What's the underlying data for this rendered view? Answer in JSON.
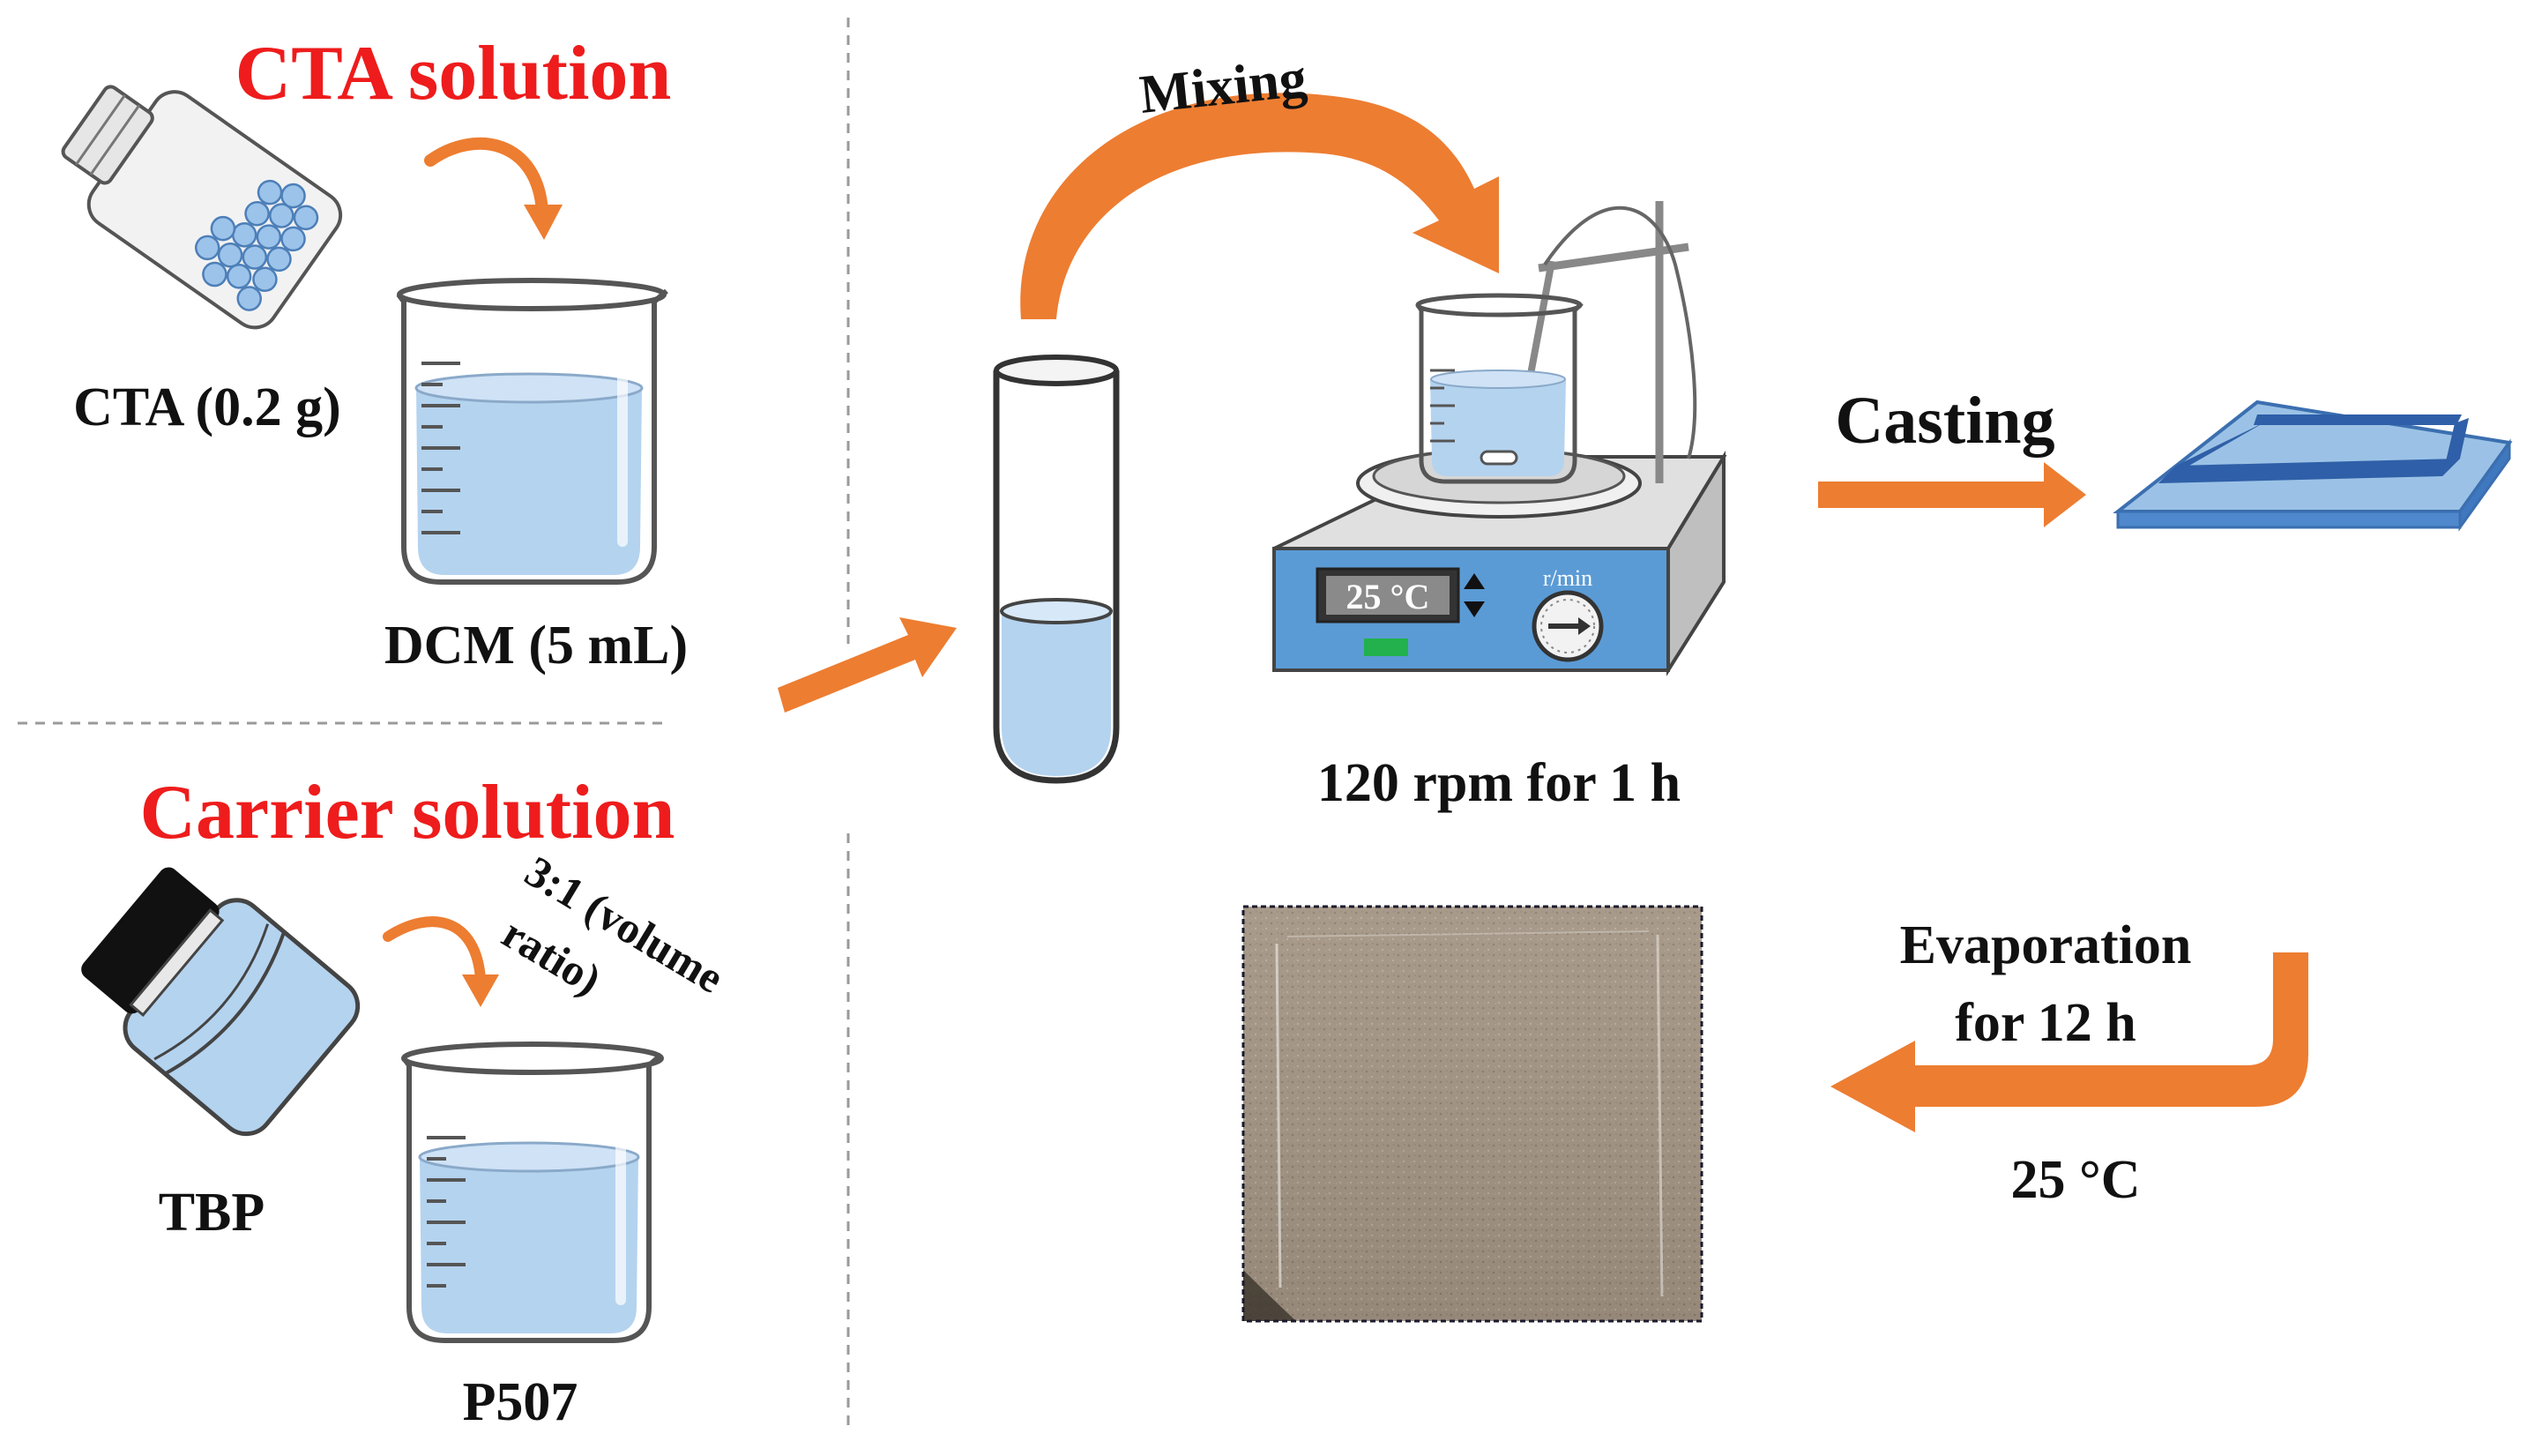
{
  "sections": {
    "cta_title": "CTA solution",
    "carrier_title": "Carrier solution"
  },
  "labels": {
    "cta_amount": "CTA (0.2 g)",
    "dcm_volume": "DCM (5 mL)",
    "tbp": "TBP",
    "p507": "P507",
    "ratio_line1": "3:1 (volume",
    "ratio_line2": "ratio)",
    "mixing": "Mixing",
    "stirring": "120 rpm for 1 h",
    "casting": "Casting",
    "evaporation_line1": "Evaporation",
    "evaporation_line2": "for 12 h",
    "evaporation_temp": "25 °C"
  },
  "stirrer": {
    "display_temp": "25 °C",
    "speed_unit": "r/min"
  },
  "colors": {
    "title_red": "#ee1c1c",
    "arrow_orange": "#ed7d31",
    "liquid_blue": "#b4d3ef",
    "device_blue": "#5b9bd5",
    "text_black": "#111111"
  },
  "icons": {
    "cta_bottle": "bottle-with-beads-icon",
    "tbp_bottle": "tilted-bottle-icon",
    "beaker": "beaker-icon",
    "test_tube": "test-tube-icon",
    "stirrer": "magnetic-stirrer-icon",
    "casting_mold": "glass-mold-icon",
    "membrane": "membrane-photo"
  }
}
